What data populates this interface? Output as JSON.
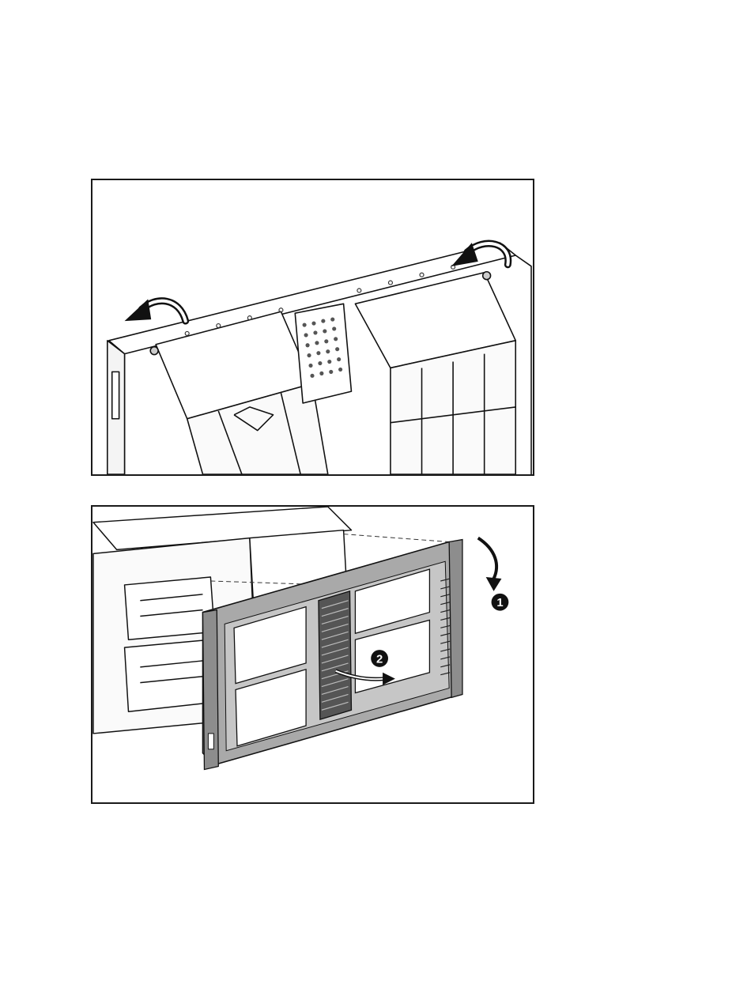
{
  "figures": [
    {
      "id": "figure-1",
      "callouts": []
    },
    {
      "id": "figure-2",
      "callouts": [
        {
          "label": "1"
        },
        {
          "label": "2"
        }
      ]
    }
  ]
}
